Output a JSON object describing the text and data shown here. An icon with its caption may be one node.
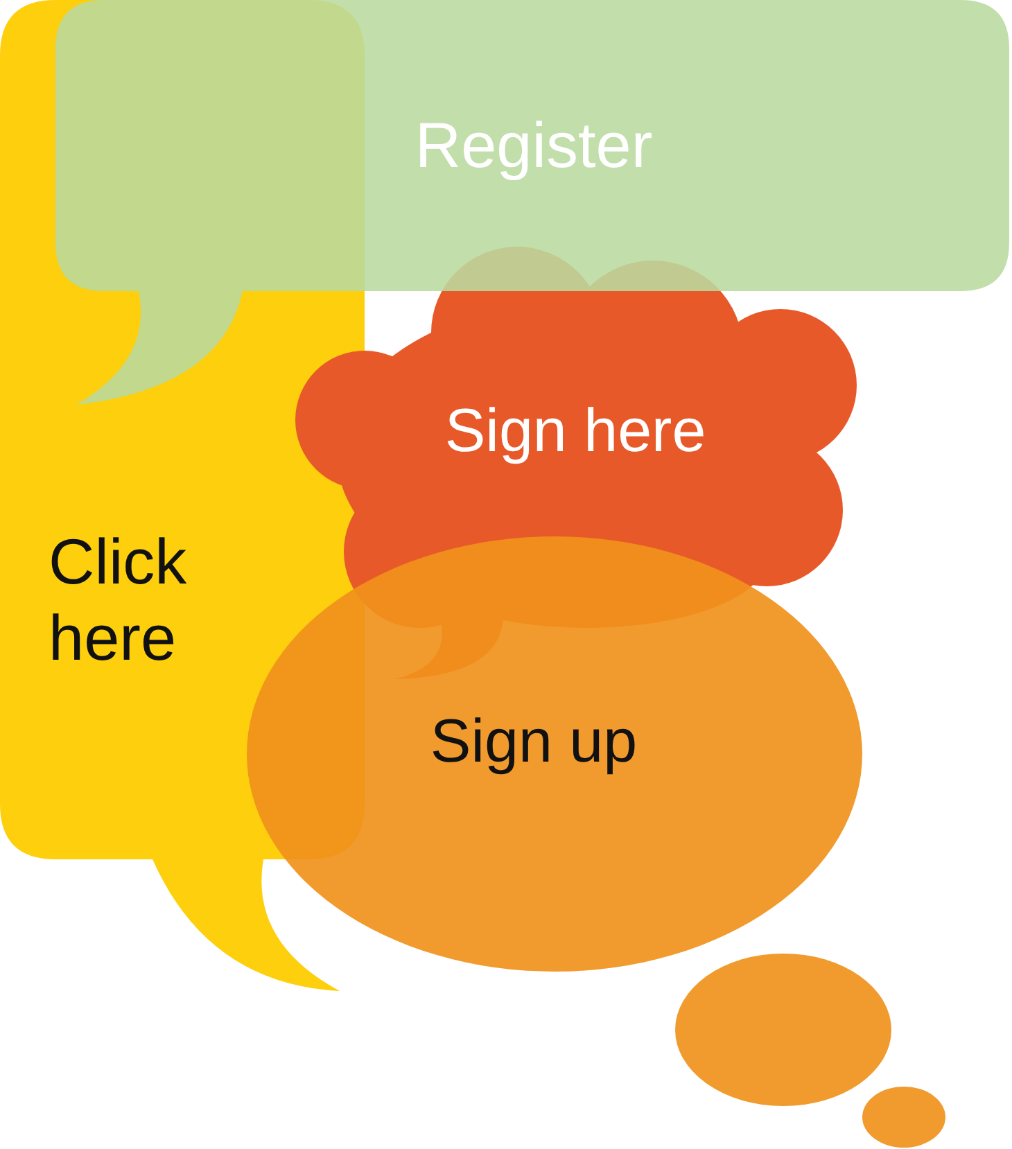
{
  "diagram": {
    "nodes": [
      {
        "text": [
          "Register"
        ]
      },
      {
        "text": [
          "Sign here"
        ]
      },
      {
        "text": [
          "Click here"
        ]
      },
      {
        "text": [
          "Sign up"
        ]
      }
    ]
  }
}
